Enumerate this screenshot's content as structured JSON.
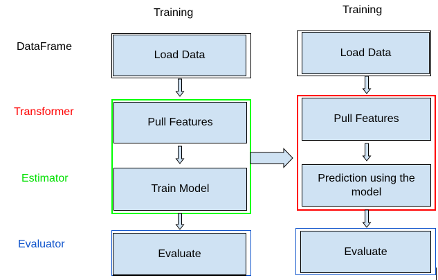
{
  "columns": [
    {
      "title": "Training"
    },
    {
      "title": "Training"
    }
  ],
  "roles": [
    {
      "label": "DataFrame",
      "color": "#000000"
    },
    {
      "label": "Transformer",
      "color": "#ff0000"
    },
    {
      "label": "Estimator",
      "color": "#00ff00"
    },
    {
      "label": "Evaluator",
      "color": "#1155cc"
    }
  ],
  "left_steps": [
    "Load Data",
    "Pull Features",
    "Train Model",
    "Evaluate"
  ],
  "right_steps": [
    "Load Data",
    "Pull Features",
    "Prediction using the model",
    "Evaluate"
  ],
  "colors": {
    "box_fill": "#cfe2f3",
    "transformer_frame": "#ff0000",
    "estimator_frame": "#00ff00",
    "evaluator_frame": "#1155cc"
  }
}
